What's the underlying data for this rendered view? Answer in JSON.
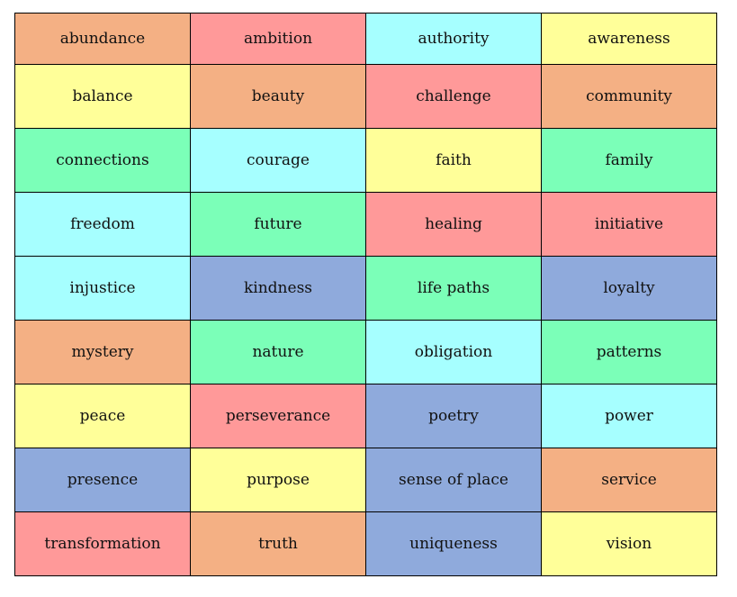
{
  "colors": {
    "orange": "#F4B084",
    "pink": "#FF9999",
    "cyan": "#A6FFFF",
    "yellow": "#FFFF99",
    "green": "#7BFFB8",
    "blue": "#8FAADC"
  },
  "rows": [
    [
      {
        "text": "abundance",
        "color": "orange"
      },
      {
        "text": "ambition",
        "color": "pink"
      },
      {
        "text": "authority",
        "color": "cyan"
      },
      {
        "text": "awareness",
        "color": "yellow"
      }
    ],
    [
      {
        "text": "balance",
        "color": "yellow"
      },
      {
        "text": "beauty",
        "color": "orange"
      },
      {
        "text": "challenge",
        "color": "pink"
      },
      {
        "text": "community",
        "color": "orange"
      }
    ],
    [
      {
        "text": "connections",
        "color": "green"
      },
      {
        "text": "courage",
        "color": "cyan"
      },
      {
        "text": "faith",
        "color": "yellow"
      },
      {
        "text": "family",
        "color": "green"
      }
    ],
    [
      {
        "text": "freedom",
        "color": "cyan"
      },
      {
        "text": "future",
        "color": "green"
      },
      {
        "text": "healing",
        "color": "pink"
      },
      {
        "text": "initiative",
        "color": "pink"
      }
    ],
    [
      {
        "text": "injustice",
        "color": "cyan"
      },
      {
        "text": "kindness",
        "color": "blue"
      },
      {
        "text": "life paths",
        "color": "green"
      },
      {
        "text": "loyalty",
        "color": "blue"
      }
    ],
    [
      {
        "text": "mystery",
        "color": "orange"
      },
      {
        "text": "nature",
        "color": "green"
      },
      {
        "text": "obligation",
        "color": "cyan"
      },
      {
        "text": "patterns",
        "color": "green"
      }
    ],
    [
      {
        "text": "peace",
        "color": "yellow"
      },
      {
        "text": "perseverance",
        "color": "pink"
      },
      {
        "text": "poetry",
        "color": "blue"
      },
      {
        "text": "power",
        "color": "cyan"
      }
    ],
    [
      {
        "text": "presence",
        "color": "blue"
      },
      {
        "text": "purpose",
        "color": "yellow"
      },
      {
        "text": "sense of place",
        "color": "blue"
      },
      {
        "text": "service",
        "color": "orange"
      }
    ],
    [
      {
        "text": "transformation",
        "color": "pink"
      },
      {
        "text": "truth",
        "color": "orange"
      },
      {
        "text": "uniqueness",
        "color": "blue"
      },
      {
        "text": "vision",
        "color": "yellow"
      }
    ]
  ]
}
